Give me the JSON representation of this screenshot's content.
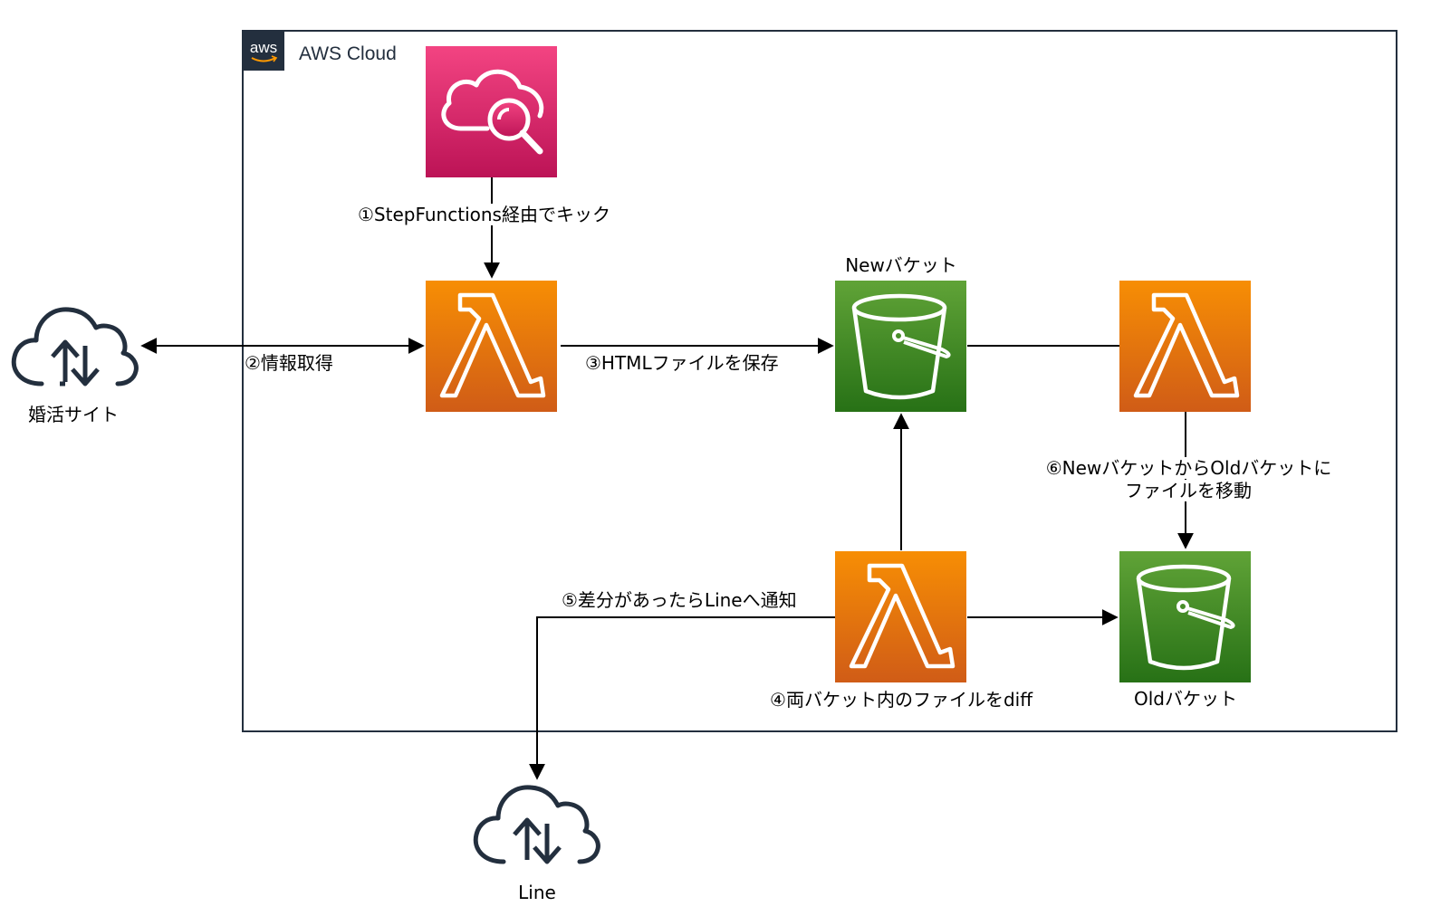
{
  "group": {
    "title": "AWS Cloud",
    "logo_text": "aws",
    "border_color": "#232f3e"
  },
  "nodes": {
    "cloudwatch": {
      "icon": "cloudwatch-icon",
      "color_top": "#f34482",
      "color_bottom": "#bc1356"
    },
    "lambda_fetch": {
      "icon": "lambda-icon",
      "color_top": "#f78e04",
      "color_bottom": "#d05c17"
    },
    "new_bucket": {
      "label": "Newバケット",
      "icon": "s3-bucket-icon",
      "color_top": "#60a337",
      "color_bottom": "#277116"
    },
    "lambda_move": {
      "icon": "lambda-icon",
      "color_top": "#f78e04",
      "color_bottom": "#d05c17"
    },
    "lambda_diff": {
      "icon": "lambda-icon",
      "color_top": "#f78e04",
      "color_bottom": "#d05c17"
    },
    "old_bucket": {
      "label": "Oldバケット",
      "icon": "s3-bucket-icon",
      "color_top": "#60a337",
      "color_bottom": "#277116"
    },
    "marriage_site": {
      "label": "婚活サイト",
      "icon": "internet-cloud-icon"
    },
    "line": {
      "label": "Line",
      "icon": "internet-cloud-icon"
    }
  },
  "edges": {
    "step1": "①StepFunctions経由でキック",
    "step2": "②情報取得",
    "step3": "③HTMLファイルを保存",
    "step4": "④両バケット内のファイルをdiff",
    "step5": "⑤差分があったらLineへ通知",
    "step6_line1": "⑥NewバケットからOldバケットに",
    "step6_line2": "ファイルを移動"
  }
}
